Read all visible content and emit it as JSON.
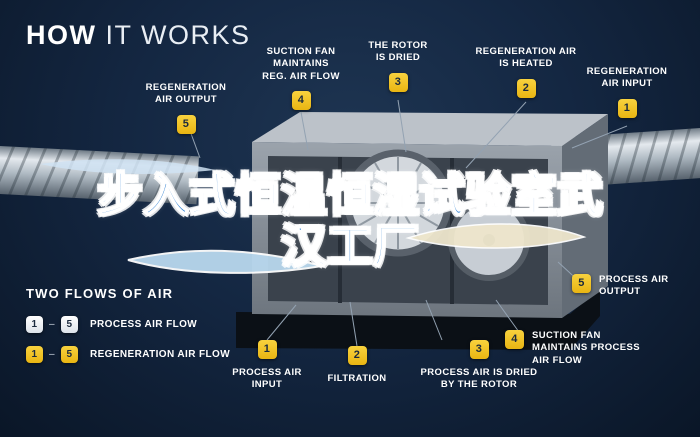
{
  "title": {
    "bold": "HOW",
    "light": "IT WORKS"
  },
  "overlay_title": {
    "text": "步入式恒温恒湿试验室武\n汉工厂"
  },
  "callouts": [
    {
      "num": "5",
      "label": "REGENERATION\nAIR OUTPUT"
    },
    {
      "num": "4",
      "label": "SUCTION FAN\nMAINTAINS\nREG. AIR FLOW"
    },
    {
      "num": "3",
      "label": "THE ROTOR\nIS DRIED"
    },
    {
      "num": "2",
      "label": "REGENERATION AIR\nIS HEATED"
    },
    {
      "num": "1",
      "label": "REGENERATION\nAIR INPUT"
    },
    {
      "num": "5",
      "label": "PROCESS AIR\nOUTPUT"
    },
    {
      "num": "4",
      "label": "SUCTION FAN\nMAINTAINS PROCESS\nAIR FLOW"
    },
    {
      "num": "3",
      "label": "PROCESS AIR IS DRIED\nBY THE ROTOR"
    },
    {
      "num": "2",
      "label": "FILTRATION"
    },
    {
      "num": "1",
      "label": "PROCESS AIR\nINPUT"
    }
  ],
  "legend": {
    "title": "TWO FLOWS OF AIR",
    "separator": "–",
    "rows": [
      {
        "from": "1",
        "to": "5",
        "label": "PROCESS AIR FLOW"
      },
      {
        "from": "1",
        "to": "5",
        "label": "REGENERATION AIR FLOW"
      }
    ]
  },
  "colors": {
    "background": "#132742",
    "badge_yellow": "#f0c11c",
    "badge_white": "#ffffff",
    "overlay_blue": "#2e7fd2",
    "label_text": "#ffffff"
  }
}
